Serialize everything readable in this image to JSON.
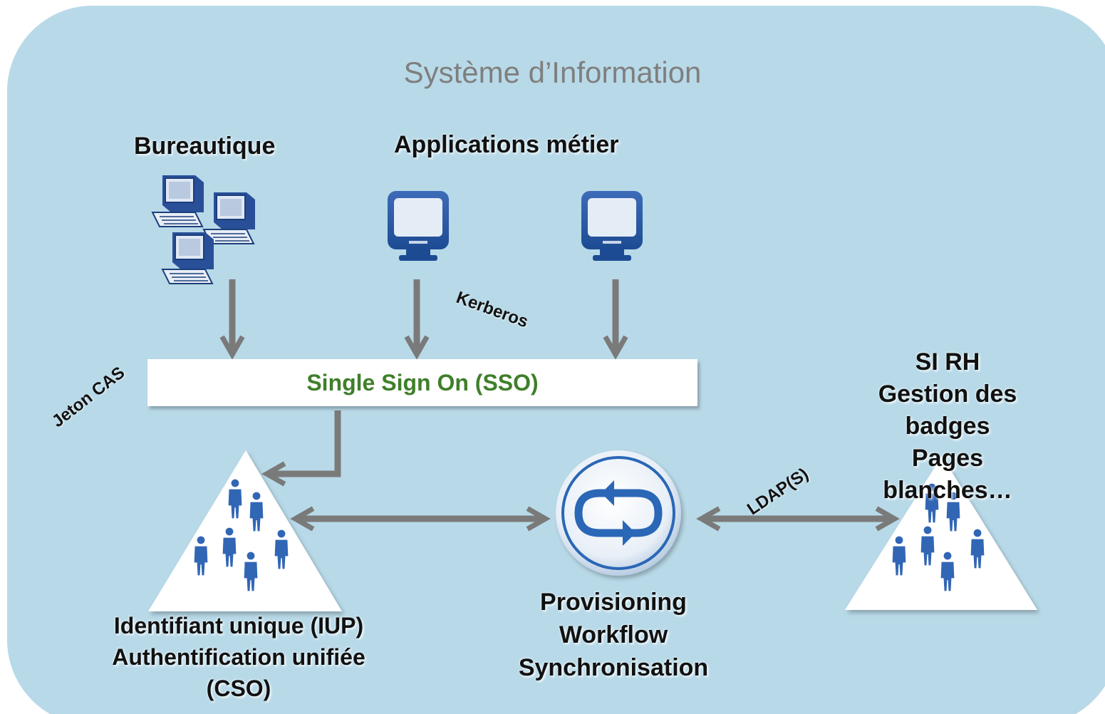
{
  "title": "Système d’Information",
  "groups": {
    "bureautique": "Bureautique",
    "applications": "Applications métier"
  },
  "sso": "Single Sign On (SSO)",
  "protocols": {
    "kerberos": "Kerberos",
    "jeton_cas": "Jeton CAS",
    "ldap": "LDAP(S)"
  },
  "identity": {
    "line1": "Identifiant unique (IUP)",
    "line2": "Authentification unifiée",
    "line3": "(CSO)"
  },
  "provisioning": {
    "line1": "Provisioning",
    "line2": "Workflow",
    "line3": "Synchronisation"
  },
  "sirh": {
    "line1": "SI RH",
    "line2": "Gestion des",
    "line3": "badges",
    "line4": "Pages",
    "line5": "blanches…"
  },
  "colors": {
    "background": "#b8d9e8",
    "arrow": "#7a7a7a",
    "sso_text": "#3f7f2a",
    "title_text": "#7f7f7f",
    "people": "#2f64b4"
  }
}
